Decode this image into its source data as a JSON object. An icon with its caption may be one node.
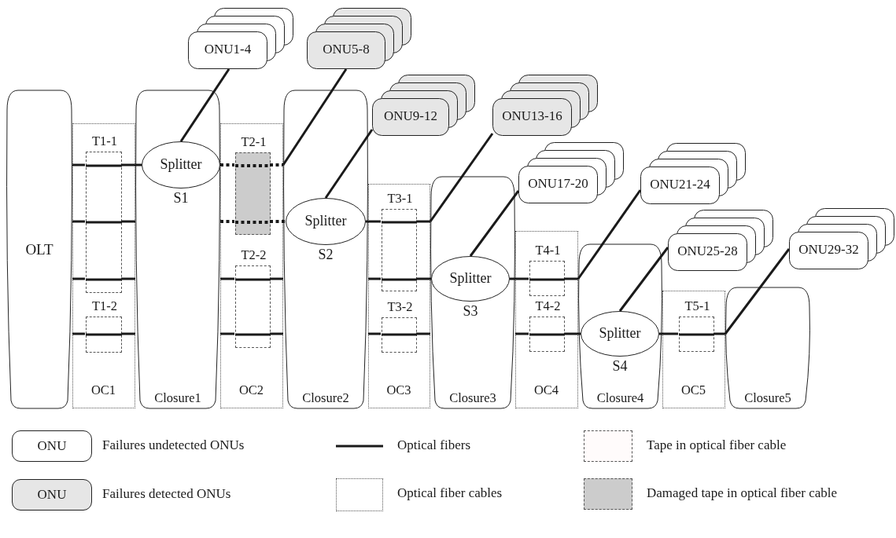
{
  "diagram": {
    "nodes": [
      {
        "text": [
          "OLT"
        ]
      },
      {
        "text": [
          "OC1"
        ]
      },
      {
        "text": [
          "T1-1"
        ],
        "in": 1
      },
      {
        "text": [
          "T1-2"
        ],
        "in": 1
      },
      {
        "text": [
          "Closure1"
        ]
      },
      {
        "text": [
          "Splitter"
        ],
        "in": 4,
        "beside": [
          "S1"
        ]
      },
      {
        "text": [
          "OC2"
        ]
      },
      {
        "text": [
          "T2-1"
        ],
        "in": 6
      },
      {
        "text": [
          "T2-2"
        ],
        "in": 6
      },
      {
        "text": [
          "Closure2"
        ]
      },
      {
        "text": [
          "Splitter"
        ],
        "in": 9,
        "beside": [
          "S2"
        ]
      },
      {
        "text": [
          "OC3"
        ]
      },
      {
        "text": [
          "T3-1"
        ],
        "in": 11
      },
      {
        "text": [
          "T3-2"
        ],
        "in": 11
      },
      {
        "text": [
          "Closure3"
        ]
      },
      {
        "text": [
          "Splitter"
        ],
        "in": 14,
        "beside": [
          "S3"
        ]
      },
      {
        "text": [
          "OC4"
        ]
      },
      {
        "text": [
          "T4-1"
        ],
        "in": 16
      },
      {
        "text": [
          "T4-2"
        ],
        "in": 16
      },
      {
        "text": [
          "Closure4"
        ]
      },
      {
        "text": [
          "Splitter"
        ],
        "in": 19,
        "beside": [
          "S4"
        ]
      },
      {
        "text": [
          "OC5"
        ]
      },
      {
        "text": [
          "T5-1"
        ],
        "in": 21
      },
      {
        "text": [
          "Closure5"
        ]
      },
      {
        "text": [
          "ONU1-4"
        ]
      },
      {
        "text": [
          "ONU5-8"
        ]
      },
      {
        "text": [
          "ONU9-12"
        ]
      },
      {
        "text": [
          "ONU13-16"
        ]
      },
      {
        "text": [
          "ONU17-20"
        ]
      },
      {
        "text": [
          "ONU21-24"
        ]
      },
      {
        "text": [
          "ONU25-28"
        ]
      },
      {
        "text": [
          "ONU29-32"
        ]
      }
    ],
    "edges": [
      {
        "from": 0,
        "to": 2,
        "arrow": "none"
      },
      {
        "from": 2,
        "to": 5,
        "arrow": "none"
      },
      {
        "from": 5,
        "to": 24,
        "arrow": "none"
      },
      {
        "from": 5,
        "to": 7,
        "arrow": "none",
        "style": "dashed"
      },
      {
        "from": 7,
        "to": 9,
        "arrow": "none",
        "style": "dashed"
      },
      {
        "from": 9,
        "to": 25,
        "arrow": "none"
      },
      {
        "from": 0,
        "to": 2,
        "arrow": "none"
      },
      {
        "from": 2,
        "to": 4,
        "arrow": "none"
      },
      {
        "from": 4,
        "to": 7,
        "arrow": "none",
        "style": "dashed"
      },
      {
        "from": 7,
        "to": 10,
        "arrow": "none",
        "style": "dashed"
      },
      {
        "from": 10,
        "to": 26,
        "arrow": "none"
      },
      {
        "from": 10,
        "to": 12,
        "arrow": "none"
      },
      {
        "from": 12,
        "to": 14,
        "arrow": "none"
      },
      {
        "from": 0,
        "to": 2,
        "arrow": "none"
      },
      {
        "from": 2,
        "to": 4,
        "arrow": "none"
      },
      {
        "from": 4,
        "to": 8,
        "arrow": "none"
      },
      {
        "from": 8,
        "to": 9,
        "arrow": "none"
      },
      {
        "from": 9,
        "to": 12,
        "arrow": "none"
      },
      {
        "from": 12,
        "to": 15,
        "arrow": "none"
      },
      {
        "from": 15,
        "to": 28,
        "arrow": "none"
      },
      {
        "from": 15,
        "to": 17,
        "arrow": "none"
      },
      {
        "from": 17,
        "to": 19,
        "arrow": "none"
      },
      {
        "from": 0,
        "to": 3,
        "arrow": "none"
      },
      {
        "from": 3,
        "to": 4,
        "arrow": "none"
      },
      {
        "from": 4,
        "to": 8,
        "arrow": "none"
      },
      {
        "from": 8,
        "to": 9,
        "arrow": "none"
      },
      {
        "from": 9,
        "to": 13,
        "arrow": "none"
      },
      {
        "from": 13,
        "to": 14,
        "arrow": "none"
      },
      {
        "from": 14,
        "to": 18,
        "arrow": "none"
      },
      {
        "from": 18,
        "to": 20,
        "arrow": "none"
      },
      {
        "from": 20,
        "to": 30,
        "arrow": "none"
      },
      {
        "from": 20,
        "to": 22,
        "arrow": "none"
      },
      {
        "from": 22,
        "to": 23,
        "arrow": "none"
      },
      {
        "from": 14,
        "to": 27,
        "arrow": "none"
      },
      {
        "from": 19,
        "to": 29,
        "arrow": "none"
      },
      {
        "from": 23,
        "to": 31,
        "arrow": "none"
      }
    ],
    "labels": [
      "ONU",
      "ONU"
    ],
    "legend": [
      {
        "text": "Failures undetected ONUs"
      },
      {
        "text": "Optical fibers"
      },
      {
        "text": "Tape in optical fiber cable"
      },
      {
        "text": "Failures detected ONUs"
      },
      {
        "text": "Optical fiber cables"
      },
      {
        "text": "Damaged tape in optical fiber cable"
      }
    ]
  }
}
